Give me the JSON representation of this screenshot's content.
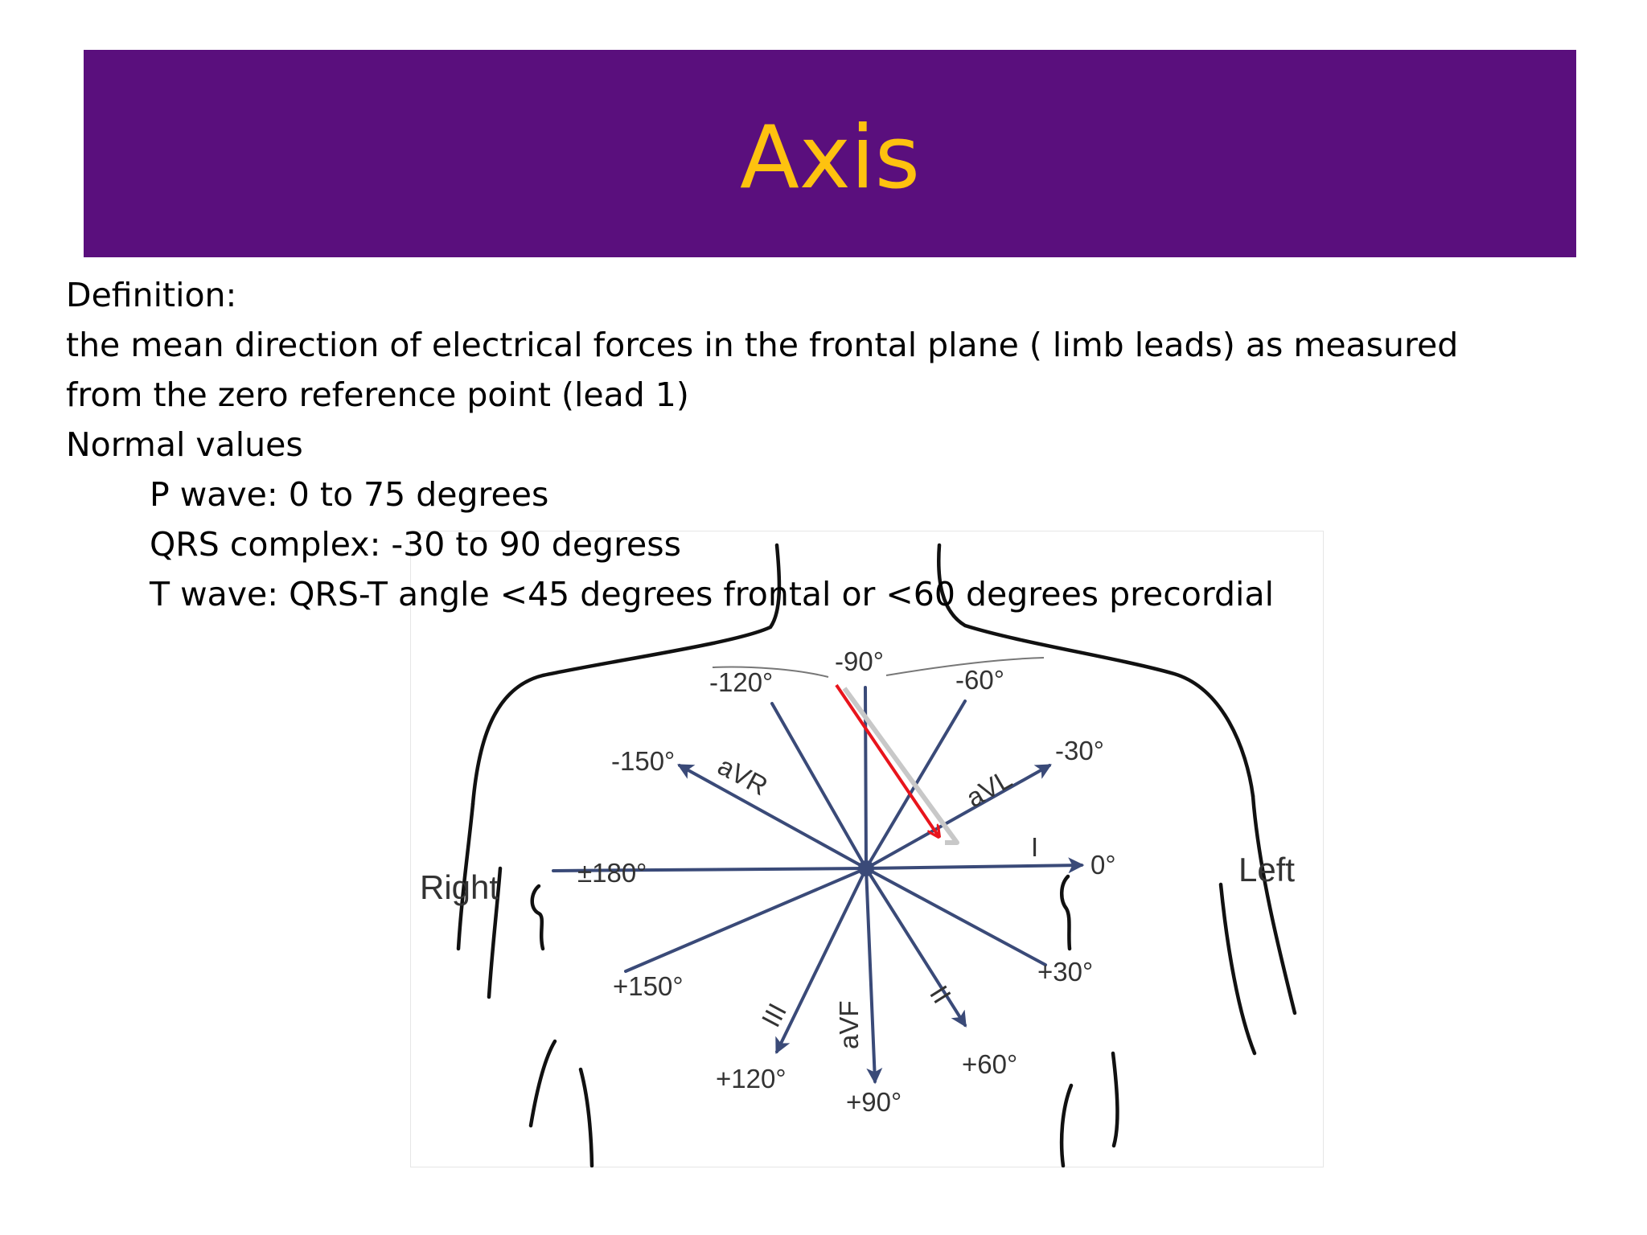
{
  "title": "Axis",
  "text": {
    "line1": "Definition:",
    "line2": "the mean direction of electrical forces in the frontal plane ( limb leads) as measured",
    "line3": "from the zero reference point (lead 1)",
    "line4": "Normal values",
    "line5": "P wave: 0 to 75 degrees",
    "line6": "QRS complex: -30 to 90 degress",
    "line7": "T wave: QRS-T angle <45 degrees frontal or <60 degrees precordial"
  },
  "diagram": {
    "side_right": "Right",
    "side_left": "Left",
    "angles": {
      "m90": "-90°",
      "m120": "-120°",
      "m60": "-60°",
      "m150": "-150°",
      "m30": "-30°",
      "p180": "±180°",
      "z0": "0°",
      "p150": "+150°",
      "p30": "+30°",
      "p120": "+120°",
      "p90": "+90°",
      "p60": "+60°"
    },
    "leads": {
      "avr": "aVR",
      "avl": "aVL",
      "i": "I",
      "iii": "III",
      "avf": "aVF",
      "ii": "II"
    },
    "colors": {
      "axis_lines": "#3a4a78",
      "mean_vector": "#e8141c",
      "shadow_vector": "#c8c8c8",
      "outline": "#111111"
    }
  }
}
